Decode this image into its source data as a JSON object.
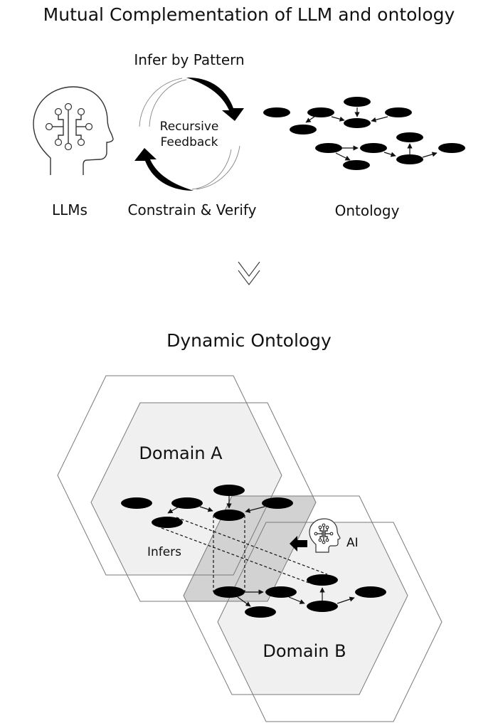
{
  "top": {
    "title": "Mutual Complementation of LLM and ontology",
    "cycle": {
      "top_label": "Infer by Pattern",
      "center_line1": "Recursive",
      "center_line2": "Feedback",
      "bottom_label": "Constrain & Verify"
    },
    "llm_label": "LLMs",
    "ontology_label": "Ontology",
    "icons": [
      "llm-head-icon",
      "recursive-cycle-arrows-icon",
      "ontology-graph-icon"
    ]
  },
  "transition_icon": "double-chevron-down-icon",
  "bottom": {
    "title": "Dynamic Ontology",
    "domain_a_label": "Domain A",
    "domain_b_label": "Domain B",
    "infers_label": "Infers",
    "ai_label": "AI",
    "icons": [
      "ai-head-icon",
      "left-arrow-icon"
    ]
  },
  "colors": {
    "domain_fill": "#f0f0f0",
    "overlap_fill": "#d2d2d2",
    "outline": "#7a7a7a",
    "node": "#000000",
    "text": "#111111"
  }
}
